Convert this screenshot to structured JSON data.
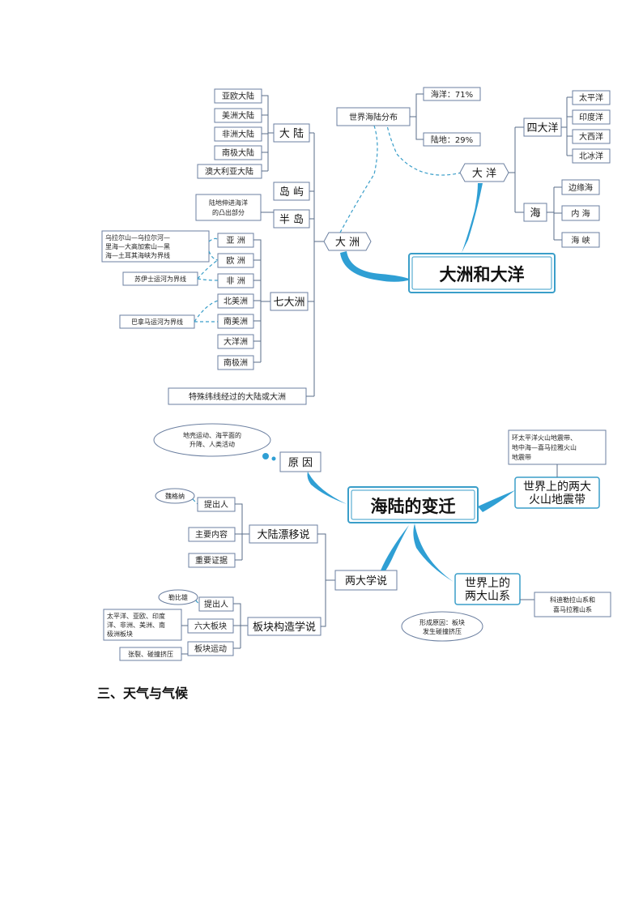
{
  "map1": {
    "center": "大洲和大洋",
    "hub_continent": "大 洲",
    "hub_ocean": "大 洋",
    "land_sea_dist": "世界海陆分布",
    "ocean_pct": "海洋：71%",
    "land_pct": "陆地：29%",
    "mainland": "大 陆",
    "mainlands": [
      "亚欧大陆",
      "美洲大陆",
      "非洲大陆",
      "南极大陆",
      "澳大利亚大陆"
    ],
    "island": "岛 屿",
    "peninsula": "半 岛",
    "peninsula_def": [
      "陆地伸进海洋",
      "的凸出部分"
    ],
    "seven": "七大洲",
    "continents": [
      "亚 洲",
      "欧 洲",
      "非 洲",
      "北美洲",
      "南美洲",
      "大洋洲",
      "南极洲"
    ],
    "asia_europe_border": [
      "乌拉尔山—乌拉尔河—",
      "里海—大高加索山—黑",
      "海—土耳其海峡为界线"
    ],
    "asia_africa_border": "苏伊士运河为界线",
    "americas_border": "巴拿马运河为界线",
    "special_lat": "特殊纬线经过的大陆或大洲",
    "four_oceans": "四大洋",
    "oceans": [
      "太平洋",
      "印度洋",
      "大西洋",
      "北冰洋"
    ],
    "sea": "海",
    "sea_types": [
      "边缘海",
      "内 海",
      "海 峡"
    ]
  },
  "map2": {
    "center": "海陆的变迁",
    "cause": "原 因",
    "cause_detail": [
      "地壳运动、海平面的",
      "升降、人类活动"
    ],
    "two_theories": "两大学说",
    "drift": "大陆漂移说",
    "drift_items": [
      "提出人",
      "主要内容",
      "重要证据"
    ],
    "drift_proposer": "魏格纳",
    "plate": "板块构造学说",
    "plate_items": [
      "提出人",
      "六大板块",
      "板块运动"
    ],
    "plate_proposer": "勒比雄",
    "six_plates": [
      "太平洋、亚欧、印度",
      "洋、非洲、美洲、南",
      "极洲板块"
    ],
    "plate_motion": "张裂、碰撞挤压",
    "volcano": [
      "世界上的两大",
      "火山地震带"
    ],
    "volcano_detail": [
      "环太平洋火山地震带、",
      "地中海—喜马拉雅火山",
      "地震带"
    ],
    "mountain": [
      "世界上的",
      "两大山系"
    ],
    "mountain_detail": [
      "科迪勒拉山系和",
      "喜马拉雅山系"
    ],
    "mountain_cause": [
      "形成原因：板块",
      "发生碰撞挤压"
    ]
  },
  "section_title": "三、天气与气候"
}
